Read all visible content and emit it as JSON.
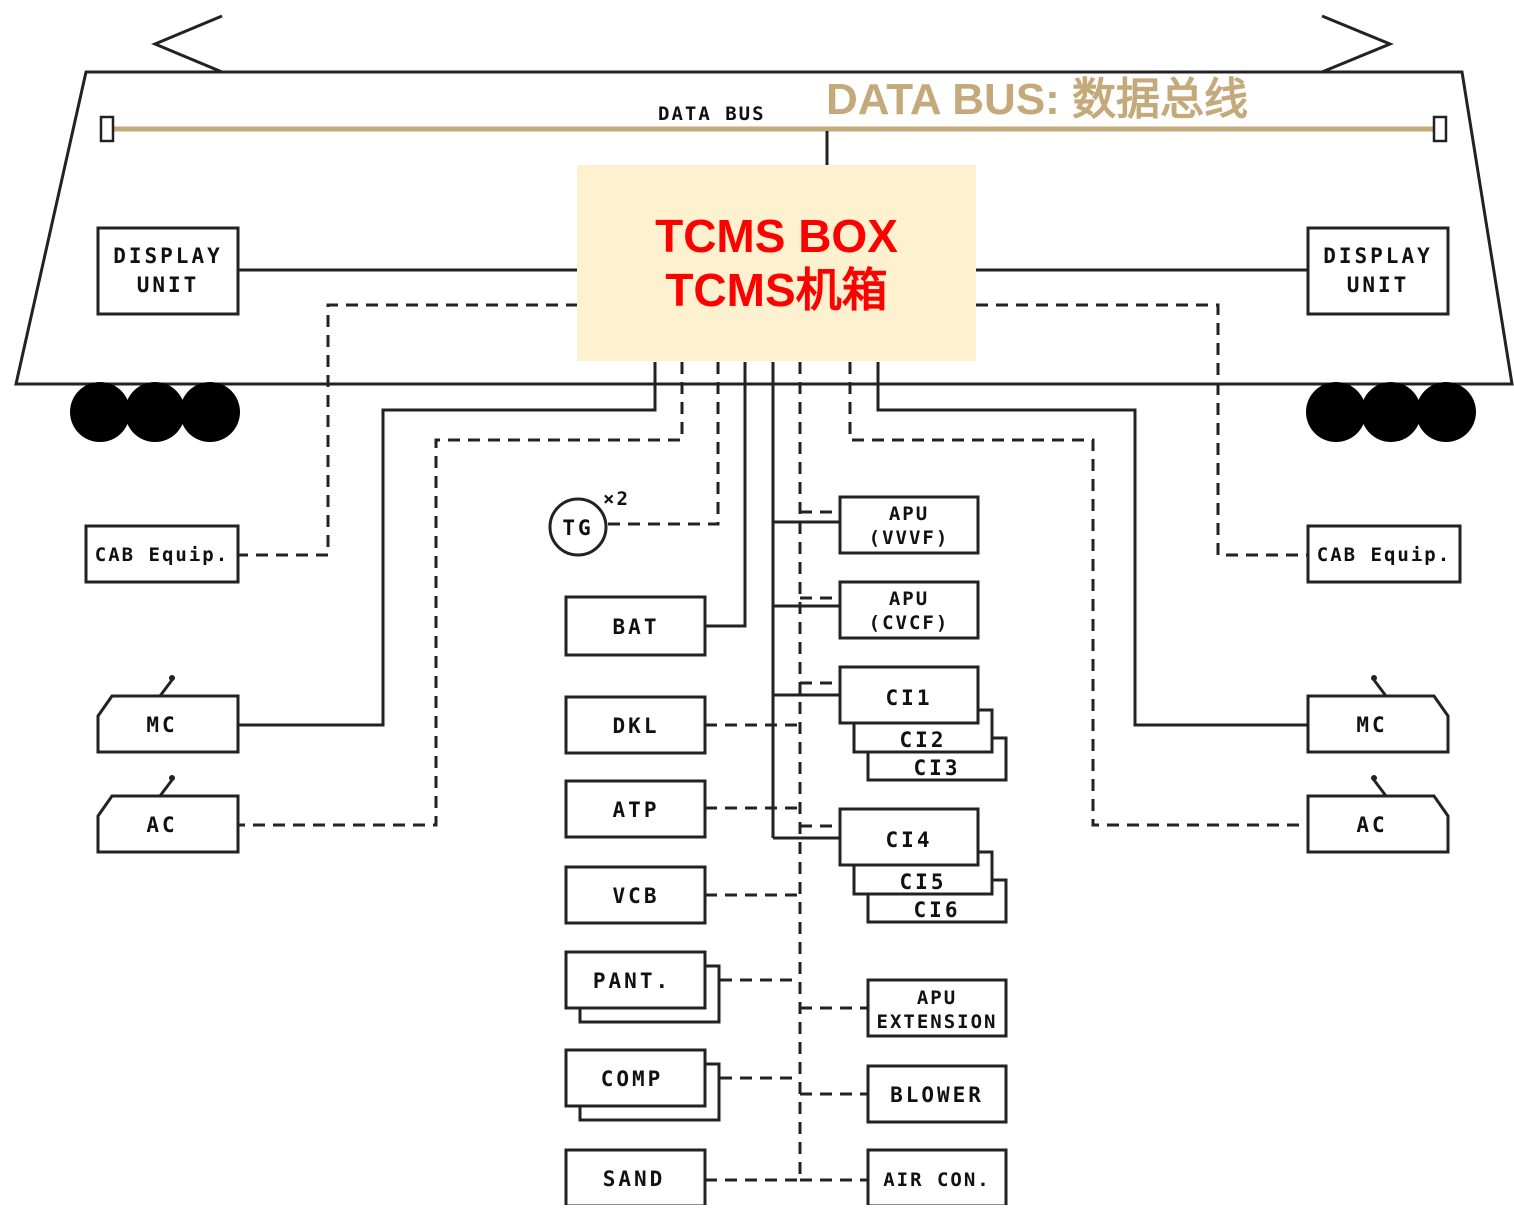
{
  "diagram": {
    "data_bus_label": "DATA BUS",
    "bus_title": "DATA BUS: 数据总线",
    "tcms_box": {
      "line1": "TCMS BOX",
      "line2": "TCMS机箱"
    },
    "display_unit": {
      "line1": "DISPLAY",
      "line2": "UNIT"
    },
    "cab_equip": "CAB Equip.",
    "mc": "MC",
    "ac": "AC",
    "tg": "TG",
    "tg_mult": "×2",
    "left_column": [
      "BAT",
      "DKL",
      "ATP",
      "VCB",
      "PANT.",
      "COMP",
      "SAND"
    ],
    "apu_vvvf": {
      "line1": "APU",
      "line2": "(VVVF)"
    },
    "apu_cvcf": {
      "line1": "APU",
      "line2": "(CVCF)"
    },
    "ci_group_a": [
      "CI1",
      "CI2",
      "CI3"
    ],
    "ci_group_b": [
      "CI4",
      "CI5",
      "CI6"
    ],
    "apu_extension": {
      "line1": "APU",
      "line2": "EXTENSION"
    },
    "blower": "BLOWER",
    "air_con": "AIR CON."
  },
  "colors": {
    "bus": "#c4a97a",
    "tcms_fill": "#fdf1cf",
    "tcms_text": "#ff0000",
    "bus_title": "#c4a97a",
    "line": "#222222"
  }
}
